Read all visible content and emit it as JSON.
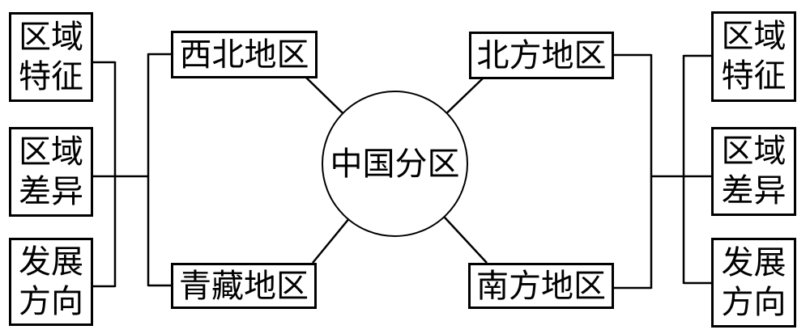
{
  "diagram": {
    "center_label": "中国分区",
    "regions": {
      "northwest": "西北地区",
      "north": "北方地区",
      "qingzang": "青藏地区",
      "south": "南方地区"
    },
    "aspects_left": [
      {
        "line1": "区域",
        "line2": "特征"
      },
      {
        "line1": "区域",
        "line2": "差异"
      },
      {
        "line1": "发展",
        "line2": "方向"
      }
    ],
    "aspects_right": [
      {
        "line1": "区域",
        "line2": "特征"
      },
      {
        "line1": "区域",
        "line2": "差异"
      },
      {
        "line1": "发展",
        "line2": "方向"
      }
    ],
    "colors": {
      "line": "#000000",
      "background": "#ffffff",
      "text": "#000000"
    }
  }
}
